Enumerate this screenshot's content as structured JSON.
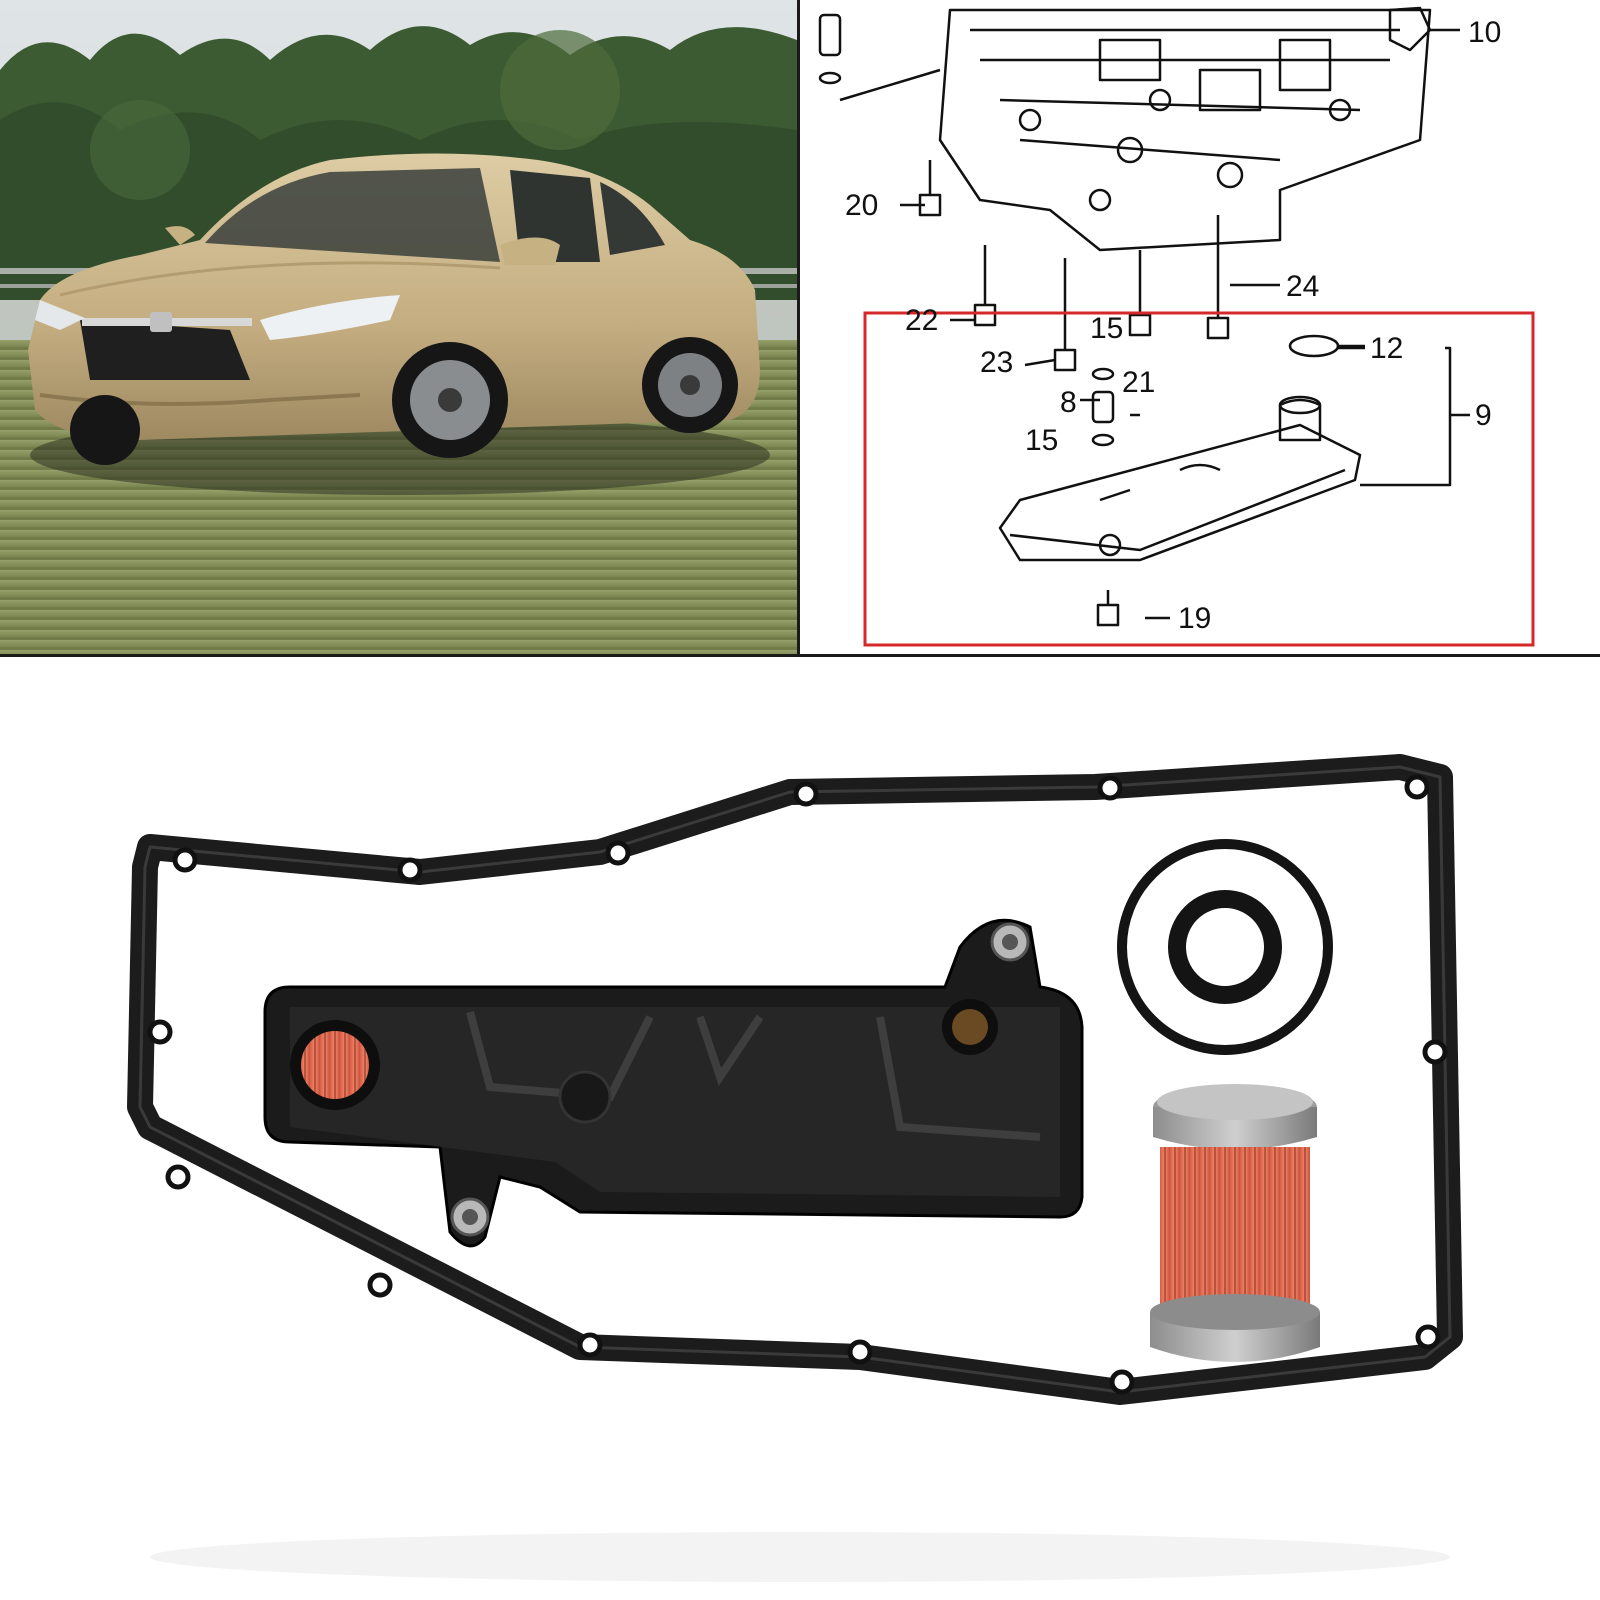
{
  "diagram": {
    "callouts": [
      {
        "id": "10",
        "label": "10"
      },
      {
        "id": "20",
        "label": "20"
      },
      {
        "id": "24",
        "label": "24"
      },
      {
        "id": "22",
        "label": "22"
      },
      {
        "id": "15a",
        "label": "15"
      },
      {
        "id": "12",
        "label": "12"
      },
      {
        "id": "23",
        "label": "23"
      },
      {
        "id": "21",
        "label": "21"
      },
      {
        "id": "8",
        "label": "8"
      },
      {
        "id": "9",
        "label": "9"
      },
      {
        "id": "15b",
        "label": "15"
      },
      {
        "id": "19",
        "label": "19"
      }
    ],
    "highlight_color": "#d62828"
  },
  "colors": {
    "car_body": "#c9b48a",
    "grass": "#7f8a55",
    "foliage": "#3b5a32",
    "filter_element": "#e8775a",
    "gasket": "#1c1c1c"
  }
}
